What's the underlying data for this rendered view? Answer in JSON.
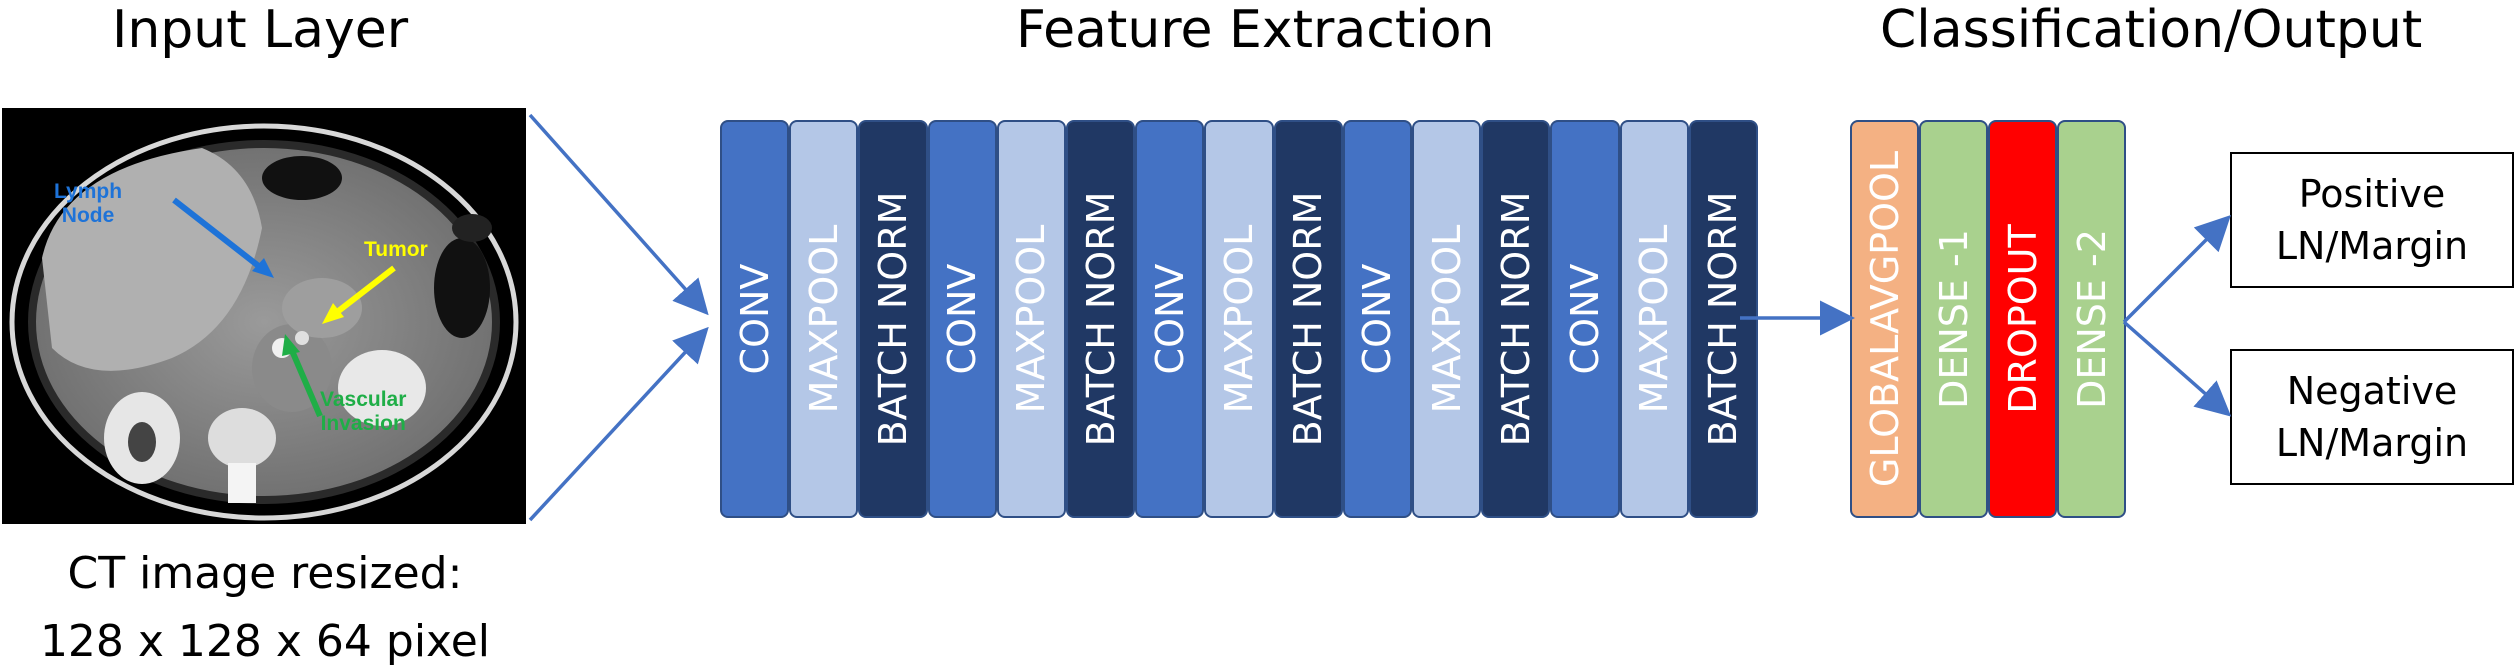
{
  "titles": {
    "input": "Input Layer",
    "feature": "Feature Extraction",
    "classification": "Classification/Output"
  },
  "ct_image": {
    "labels": {
      "lymph_node": "Lymph\nNode",
      "tumor": "Tumor",
      "vascular_invasion": "Vascular\nInvasion"
    },
    "label_colors": {
      "lymph_node": "#1e73d8",
      "tumor": "#ffff00",
      "vascular_invasion": "#1fae47"
    }
  },
  "caption": {
    "line1": "CT image resized:",
    "line2": "128 x 128 x 64 pixel"
  },
  "feature_layers": [
    {
      "label": "CONV",
      "color": "#4472c4"
    },
    {
      "label": "MAXPOOL",
      "color": "#b4c7e7"
    },
    {
      "label": "BATCH NORM",
      "color": "#203864"
    },
    {
      "label": "CONV",
      "color": "#4472c4"
    },
    {
      "label": "MAXPOOL",
      "color": "#b4c7e7"
    },
    {
      "label": "BATCH NORM",
      "color": "#203864"
    },
    {
      "label": "CONV",
      "color": "#4472c4"
    },
    {
      "label": "MAXPOOL",
      "color": "#b4c7e7"
    },
    {
      "label": "BATCH NORM",
      "color": "#203864"
    },
    {
      "label": "CONV",
      "color": "#4472c4"
    },
    {
      "label": "MAXPOOL",
      "color": "#b4c7e7"
    },
    {
      "label": "BATCH NORM",
      "color": "#203864"
    },
    {
      "label": "CONV",
      "color": "#4472c4"
    },
    {
      "label": "MAXPOOL",
      "color": "#b4c7e7"
    },
    {
      "label": "BATCH NORM",
      "color": "#203864"
    }
  ],
  "classification_layers": [
    {
      "label": "GLOBALAVGPOOL",
      "color": "#f4b183"
    },
    {
      "label": "DENSE -1",
      "color": "#a9d18e"
    },
    {
      "label": "DROPOUT",
      "color": "#ff0000"
    },
    {
      "label": "DENSE -2",
      "color": "#a9d18e"
    }
  ],
  "outputs": {
    "positive": "Positive\nLN/Margin",
    "negative": "Negative\nLN/Margin"
  },
  "colors": {
    "arrow": "#4472c4",
    "layer_border": "#2f4f86"
  }
}
